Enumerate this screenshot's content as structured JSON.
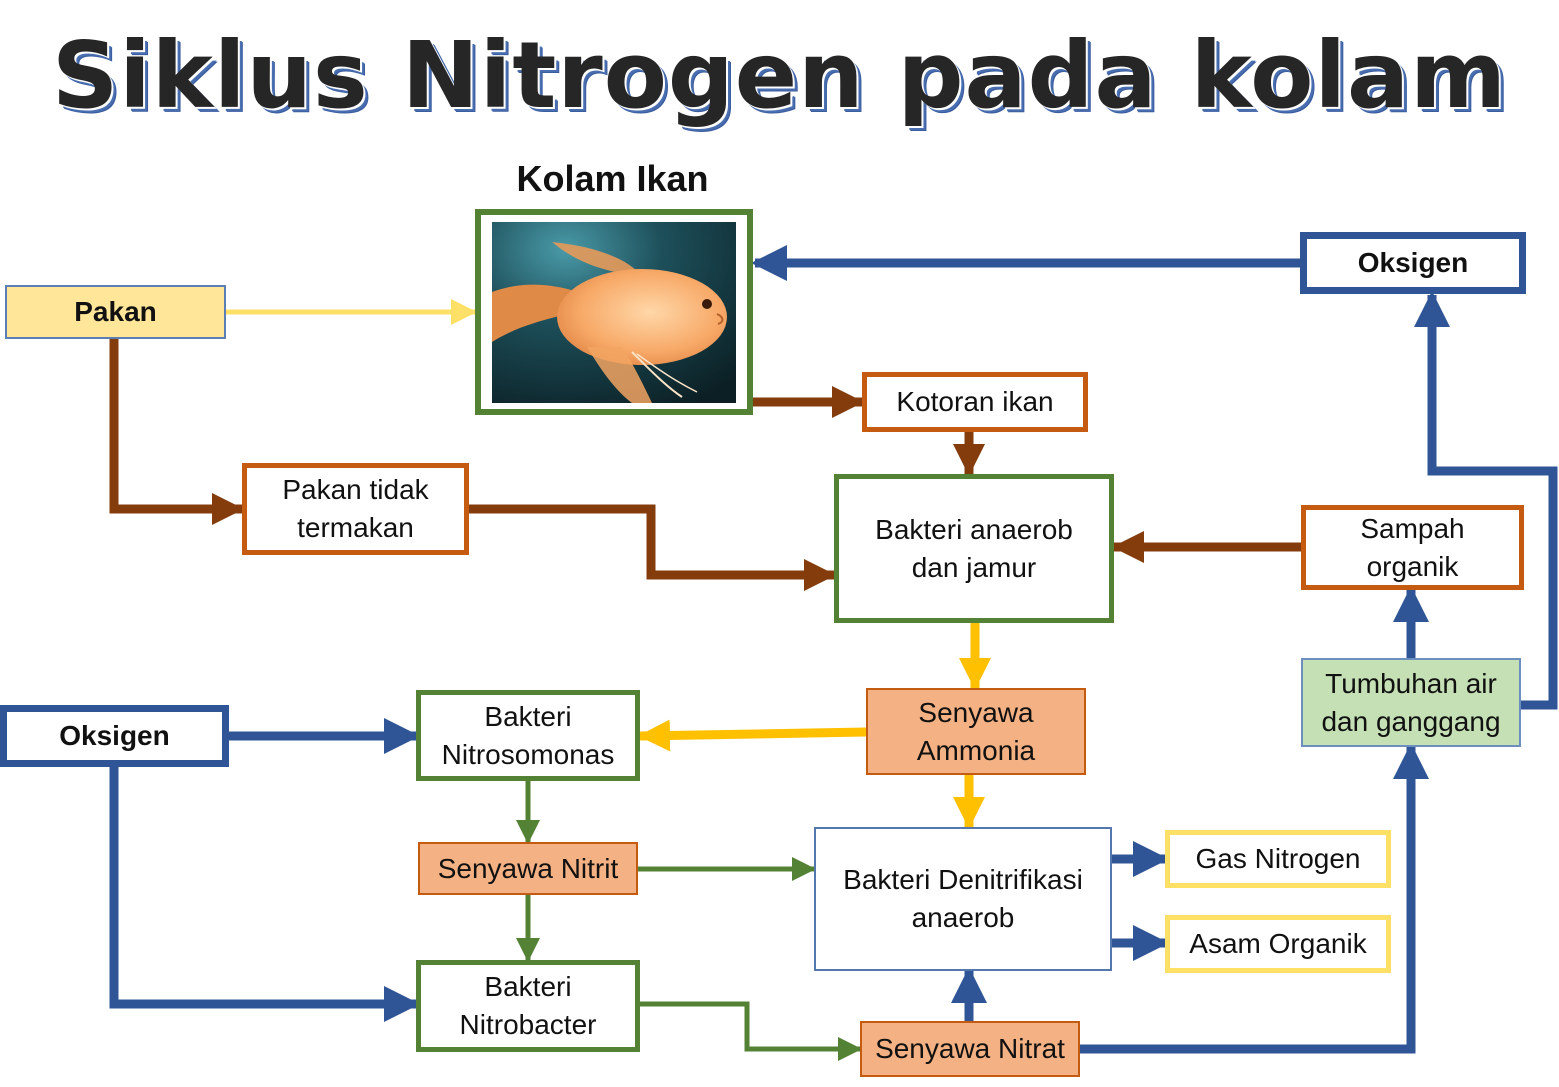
{
  "title": "Siklus Nitrogen pada kolam",
  "pond_label": "Kolam Ikan",
  "nodes": {
    "pakan": "Pakan",
    "oksigen_top": "Oksigen",
    "kotoran": "Kotoran ikan",
    "pakan_tidak": "Pakan tidak\ntermakan",
    "bakteri_anaerob": "Bakteri anaerob\ndan jamur",
    "sampah": "Sampah\norganik",
    "tumbuhan": "Tumbuhan air\ndan ganggang",
    "oksigen_left": "Oksigen",
    "nitrosomonas": "Bakteri\nNitrosomonas",
    "ammonia": "Senyawa\nAmmonia",
    "nitrit": "Senyawa Nitrit",
    "denitrifikasi": "Bakteri Denitrifikasi\nanaerob",
    "gas_nitrogen": "Gas Nitrogen",
    "asam_organik": "Asam Organik",
    "nitrobacter": "Bakteri\nNitrobacter",
    "nitrat": "Senyawa Nitrat"
  },
  "colors": {
    "green": "#548235",
    "brown": "#843c0c",
    "blue": "#2f5597",
    "gold": "#ffc000",
    "light_yellow": "#ffe699",
    "peach": "#f4b183",
    "orange_border": "#c55a11",
    "plant_green": "#c5e0b4"
  },
  "icons": {
    "pond_photo": "orange-gourami-fish-photo"
  }
}
